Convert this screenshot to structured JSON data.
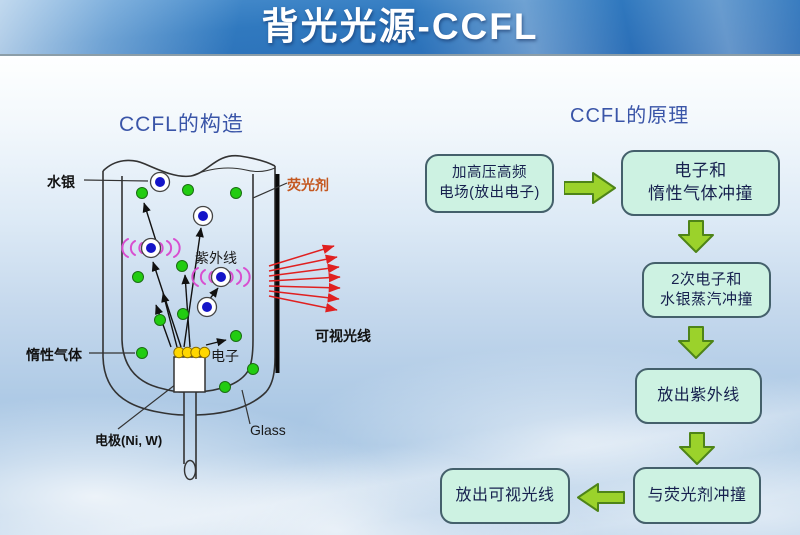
{
  "title": "背光光源-CCFL",
  "construction": {
    "heading": "CCFL的构造",
    "labels": {
      "mercury": "水银",
      "phosphor": "荧光剂",
      "ultraviolet": "紫外线",
      "visible_light": "可视光线",
      "inert_gas": "惰性气体",
      "electron": "电子",
      "electrode": "电极(Ni, W)",
      "glass": "Glass"
    }
  },
  "principle": {
    "heading": "CCFL的原理",
    "steps": [
      "加高压高频\n电场(放出电子)",
      "电子和\n惰性气体冲撞",
      "2次电子和\n水银蒸汽冲撞",
      "放出紫外线",
      "与荧光剂冲撞",
      "放出可视光线"
    ]
  },
  "colors": {
    "banner_blue": "#2f74bc",
    "heading_blue": "#3a55a8",
    "box_fill": "#cdf2e2",
    "box_border": "#44606b",
    "flow_arrow_fill": "#9bd22b",
    "flow_arrow_border": "#4e8418",
    "mercury_atom": "#1515c8",
    "inert_gas_atom": "#22cc11",
    "electron_dot": "#ffd700",
    "uv_wave": "#d84fd0",
    "visible_ray": "#e02020",
    "phosphor_label": "#c4571f"
  }
}
